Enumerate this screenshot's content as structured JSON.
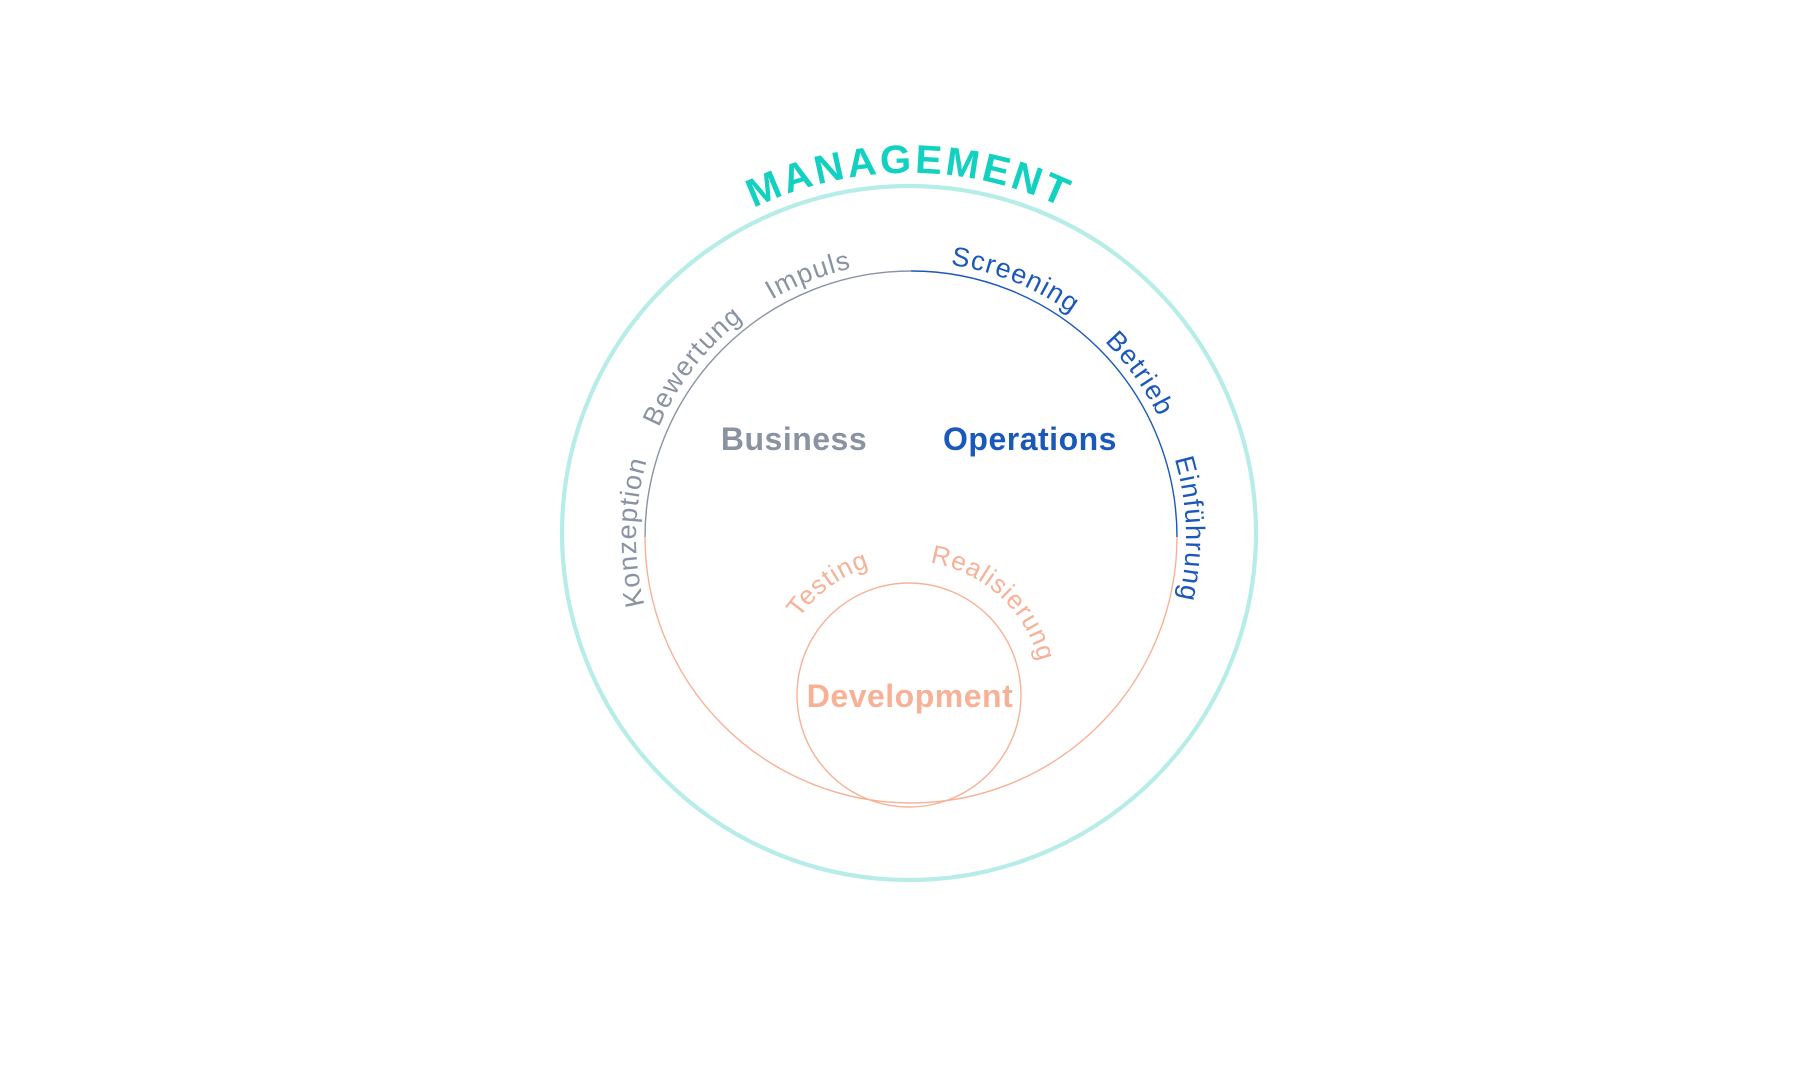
{
  "colors": {
    "teal": "#12d1c0",
    "teal_ring": "#b7ede8",
    "gray": "#8a93a2",
    "blue": "#1a58ba",
    "salmon": "#f7b197"
  },
  "rings": {
    "management": {
      "label": "MANAGEMENT"
    },
    "business": {
      "label": "Business"
    },
    "operations": {
      "label": "Operations"
    },
    "development": {
      "label": "Development"
    }
  },
  "phases": {
    "business": [
      "Konzeption",
      "Bewertung",
      "Impuls"
    ],
    "operations": [
      "Screening",
      "Betrieb",
      "Einführung"
    ],
    "development": [
      "Testing",
      "Realisierung"
    ]
  }
}
